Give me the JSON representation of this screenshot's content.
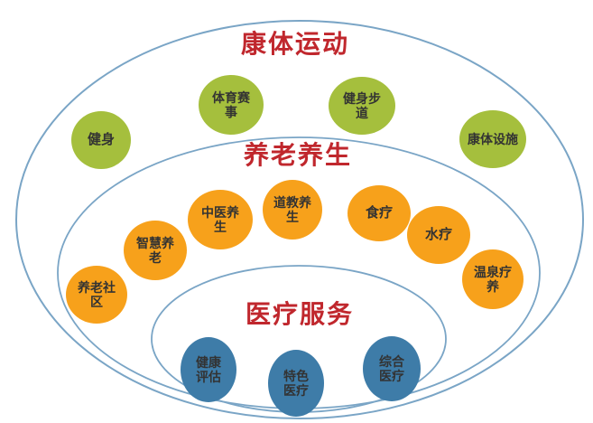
{
  "colors": {
    "ring_stroke": "#7aa5c6",
    "title_red": "#c0272d",
    "node_green": "#a5bf3d",
    "node_orange": "#f7a11b",
    "node_blue": "#3e7ca8",
    "node_text": "#333333",
    "background": "#ffffff"
  },
  "rings": [
    {
      "level": "outer",
      "title": "康体运动"
    },
    {
      "level": "middle",
      "title": "养老养生"
    },
    {
      "level": "inner",
      "title": "医疗服务"
    }
  ],
  "nodes": [
    {
      "label": "健身",
      "display": "健身",
      "group": "康体运动",
      "color": "green"
    },
    {
      "label": "体育赛事",
      "display": "体育赛\n事",
      "group": "康体运动",
      "color": "green"
    },
    {
      "label": "健身步道",
      "display": "健身步\n道",
      "group": "康体运动",
      "color": "green"
    },
    {
      "label": "康体设施",
      "display": "康体设施",
      "group": "康体运动",
      "color": "green"
    },
    {
      "label": "养老社区",
      "display": "养老社\n区",
      "group": "养老养生",
      "color": "orange"
    },
    {
      "label": "智慧养老",
      "display": "智慧养\n老",
      "group": "养老养生",
      "color": "orange"
    },
    {
      "label": "中医养生",
      "display": "中医养\n生",
      "group": "养老养生",
      "color": "orange"
    },
    {
      "label": "道教养生",
      "display": "道教养\n生",
      "group": "养老养生",
      "color": "orange"
    },
    {
      "label": "食疗",
      "display": "食疗",
      "group": "养老养生",
      "color": "orange"
    },
    {
      "label": "水疗",
      "display": "水疗",
      "group": "养老养生",
      "color": "orange"
    },
    {
      "label": "温泉疗养",
      "display": "温泉疗\n养",
      "group": "养老养生",
      "color": "orange"
    },
    {
      "label": "健康评估",
      "display": "健康\n评估",
      "group": "医疗服务",
      "color": "blue"
    },
    {
      "label": "特色医疗",
      "display": "特色\n医疗",
      "group": "医疗服务",
      "color": "blue"
    },
    {
      "label": "综合医疗",
      "display": "综合\n医疗",
      "group": "医疗服务",
      "color": "blue"
    }
  ]
}
